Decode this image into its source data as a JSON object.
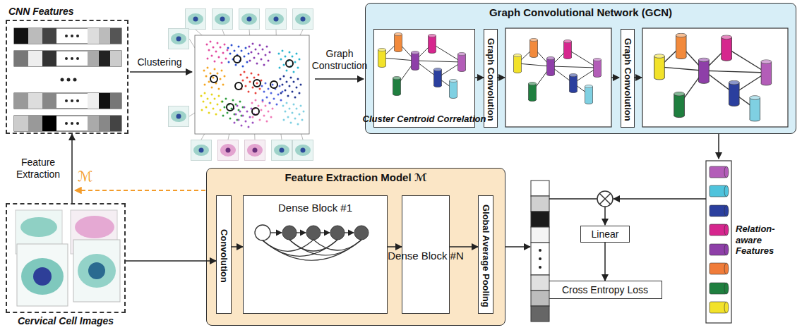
{
  "diagram": {
    "nodes": [
      {
        "text": [
          "CNN Features"
        ]
      },
      {
        "text": [
          "Graph Convolutional Network (GCN)"
        ]
      },
      {
        "text": [
          "Cluster Centroid Correlation"
        ],
        "in": 1
      },
      {
        "text": [
          "Graph Convolution"
        ],
        "in": 1
      },
      {
        "text": [
          "Graph Convolution"
        ],
        "in": 1
      },
      {
        "text": [
          "Cervical Cell Images"
        ]
      },
      {
        "text": [
          "Feature Extraction Model ℳ"
        ]
      },
      {
        "text": [
          "Convolution"
        ],
        "in": 6
      },
      {
        "text": [
          "Dense Block #1"
        ],
        "in": 6
      },
      {
        "text": [
          "Dense Block #N"
        ],
        "in": 6
      },
      {
        "text": [
          "Global Average Pooling"
        ],
        "in": 6
      },
      {
        "text": [
          "Linear"
        ]
      },
      {
        "text": [
          "Cross Entropy Loss"
        ]
      },
      {
        "text": [
          "Relation-aware Features"
        ]
      }
    ],
    "edges": [
      {
        "from": 5,
        "to": 0,
        "arrow": "to",
        "label": "Feature Extraction"
      },
      {
        "from": 2,
        "to": 3,
        "arrow": "to"
      },
      {
        "from": 5,
        "to": 7,
        "arrow": "to"
      },
      {
        "from": 7,
        "to": 8,
        "arrow": "to"
      },
      {
        "from": 8,
        "to": 9,
        "arrow": "to"
      },
      {
        "from": 9,
        "to": 10,
        "arrow": "to"
      },
      {
        "from": 1,
        "to": 13,
        "arrow": "to"
      },
      {
        "from": 11,
        "to": 12,
        "arrow": "to"
      }
    ],
    "labels": [
      "Clustering",
      "Graph Construction",
      "ℳ"
    ]
  }
}
